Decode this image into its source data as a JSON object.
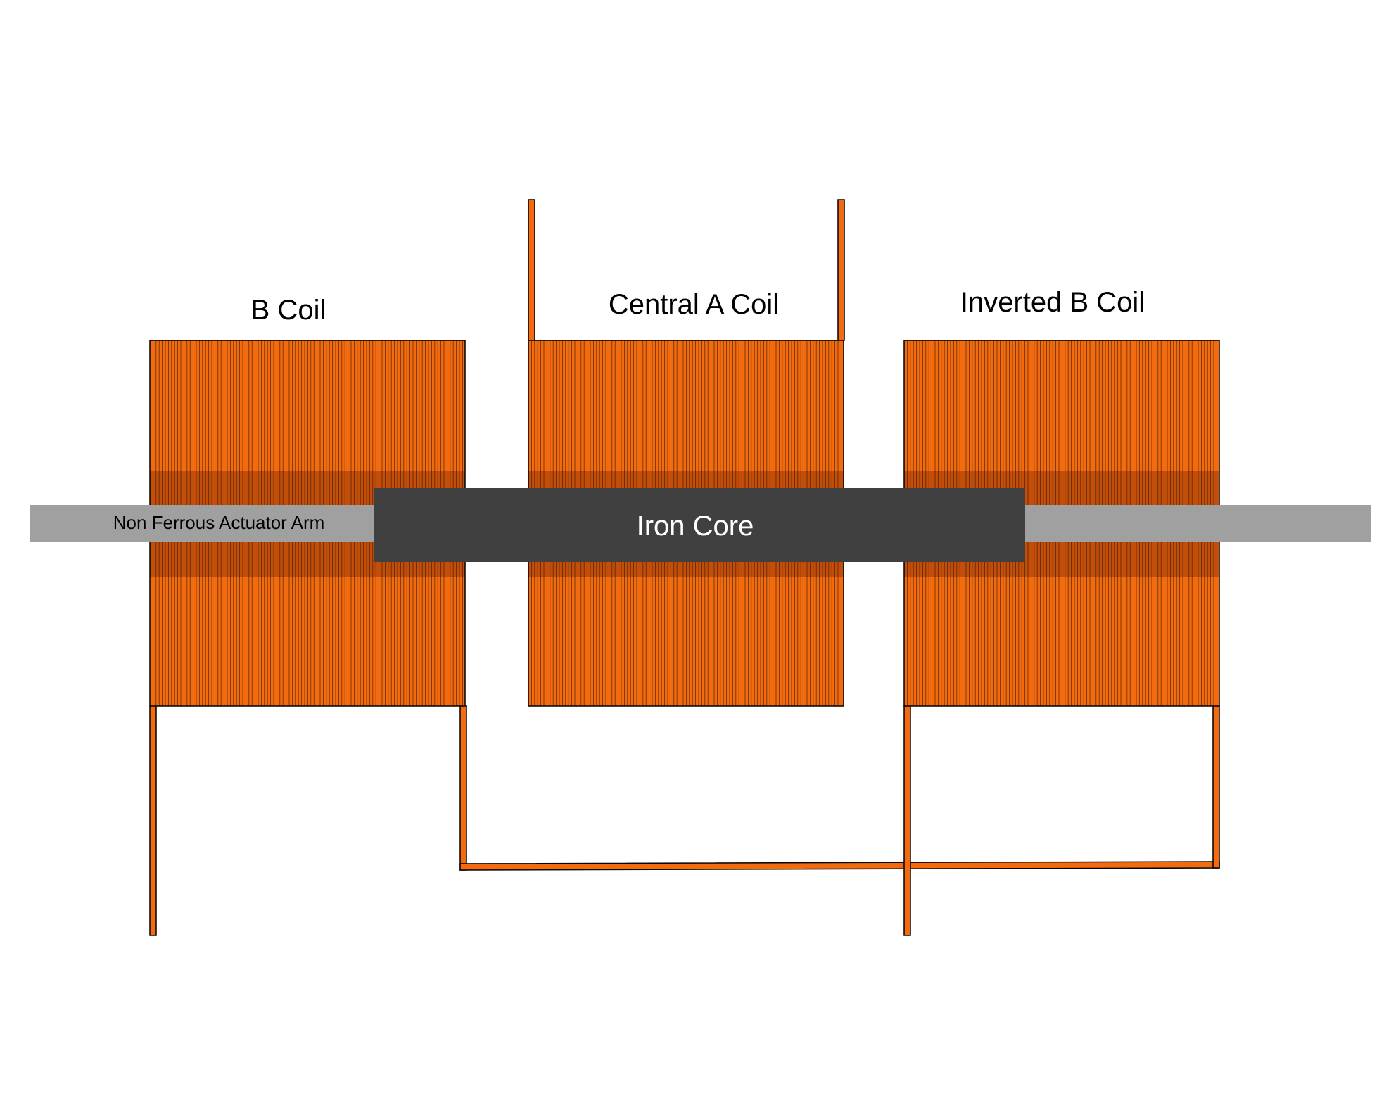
{
  "labels": {
    "b_coil": "B Coil",
    "central_a_coil": "Central A Coil",
    "inverted_b_coil": "Inverted B Coil",
    "actuator_arm": "Non Ferrous Actuator Arm",
    "iron_core": "Iron Core"
  },
  "colors": {
    "copper": "#f26b0f",
    "copper_shadow": "#c24e0a",
    "winding_line": "#3a1a05",
    "iron_core": "#404040",
    "actuator_arm": "#a0a0a0",
    "outline": "#000000",
    "label_text": "#000000",
    "core_text": "#ffffff"
  }
}
